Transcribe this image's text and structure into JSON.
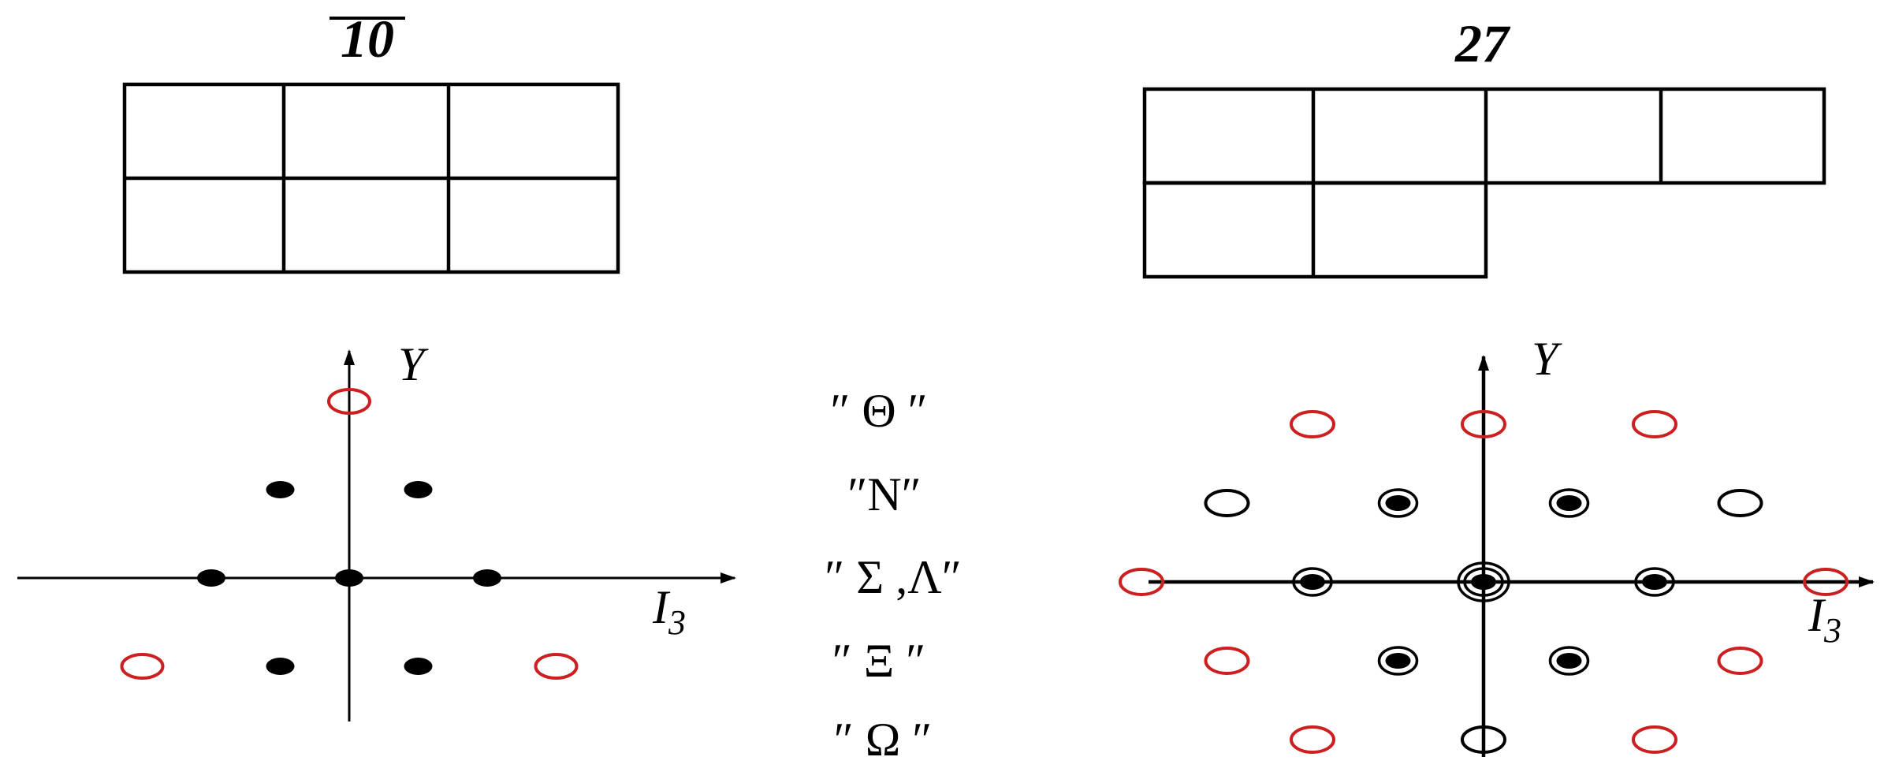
{
  "colors": {
    "exotic": "#cc1f1f",
    "ordinary": "#000000"
  },
  "left": {
    "title": "10",
    "title_overline": true,
    "young_tableau_rows": [
      3,
      3
    ],
    "axis_y_label": "Y",
    "axis_x_label": "I",
    "axis_x_sub": "3",
    "weights": [
      {
        "i3": 0,
        "y": 2,
        "kind": "exotic",
        "mult": 1
      },
      {
        "i3": -0.5,
        "y": 1,
        "kind": "filled",
        "mult": 1
      },
      {
        "i3": 0.5,
        "y": 1,
        "kind": "filled",
        "mult": 1
      },
      {
        "i3": -1,
        "y": 0,
        "kind": "filled",
        "mult": 1
      },
      {
        "i3": 0,
        "y": 0,
        "kind": "filled",
        "mult": 1
      },
      {
        "i3": 1,
        "y": 0,
        "kind": "filled",
        "mult": 1
      },
      {
        "i3": -1.5,
        "y": -1,
        "kind": "exotic",
        "mult": 1
      },
      {
        "i3": -0.5,
        "y": -1,
        "kind": "filled",
        "mult": 1
      },
      {
        "i3": 0.5,
        "y": -1,
        "kind": "filled",
        "mult": 1
      },
      {
        "i3": 1.5,
        "y": -1,
        "kind": "exotic",
        "mult": 1
      }
    ]
  },
  "right": {
    "title": "27",
    "young_tableau_rows": [
      4,
      2
    ],
    "axis_y_label": "Y",
    "axis_x_label": "I",
    "axis_x_sub": "3",
    "weights": [
      {
        "i3": -1,
        "y": 2,
        "kind": "exotic",
        "mult": 1
      },
      {
        "i3": 0,
        "y": 2,
        "kind": "exotic",
        "mult": 1
      },
      {
        "i3": 1,
        "y": 2,
        "kind": "exotic",
        "mult": 1
      },
      {
        "i3": -1.5,
        "y": 1,
        "kind": "open",
        "mult": 1
      },
      {
        "i3": -0.5,
        "y": 1,
        "kind": "filled",
        "mult": 2
      },
      {
        "i3": 0.5,
        "y": 1,
        "kind": "filled",
        "mult": 2
      },
      {
        "i3": 1.5,
        "y": 1,
        "kind": "open",
        "mult": 1
      },
      {
        "i3": -2,
        "y": 0,
        "kind": "exotic",
        "mult": 1
      },
      {
        "i3": -1,
        "y": 0,
        "kind": "filled",
        "mult": 2
      },
      {
        "i3": 0,
        "y": 0,
        "kind": "filled",
        "mult": 3
      },
      {
        "i3": 1,
        "y": 0,
        "kind": "filled",
        "mult": 2
      },
      {
        "i3": 2,
        "y": 0,
        "kind": "exotic",
        "mult": 1
      },
      {
        "i3": -1.5,
        "y": -1,
        "kind": "exotic",
        "mult": 1
      },
      {
        "i3": -0.5,
        "y": -1,
        "kind": "filled",
        "mult": 2
      },
      {
        "i3": 0.5,
        "y": -1,
        "kind": "filled",
        "mult": 2
      },
      {
        "i3": 1.5,
        "y": -1,
        "kind": "exotic",
        "mult": 1
      },
      {
        "i3": -1,
        "y": -2,
        "kind": "exotic",
        "mult": 1
      },
      {
        "i3": 0,
        "y": -2,
        "kind": "open",
        "mult": 1
      },
      {
        "i3": 1,
        "y": -2,
        "kind": "exotic",
        "mult": 1
      }
    ]
  },
  "row_labels": [
    {
      "y": 2,
      "text": "″ Θ ″"
    },
    {
      "y": 1,
      "text": "″N″"
    },
    {
      "y": 0,
      "text": "″ Σ ,Λ″"
    },
    {
      "y": -1,
      "text": "″ Ξ ″"
    },
    {
      "y": -2,
      "text": "″ Ω ″"
    }
  ]
}
